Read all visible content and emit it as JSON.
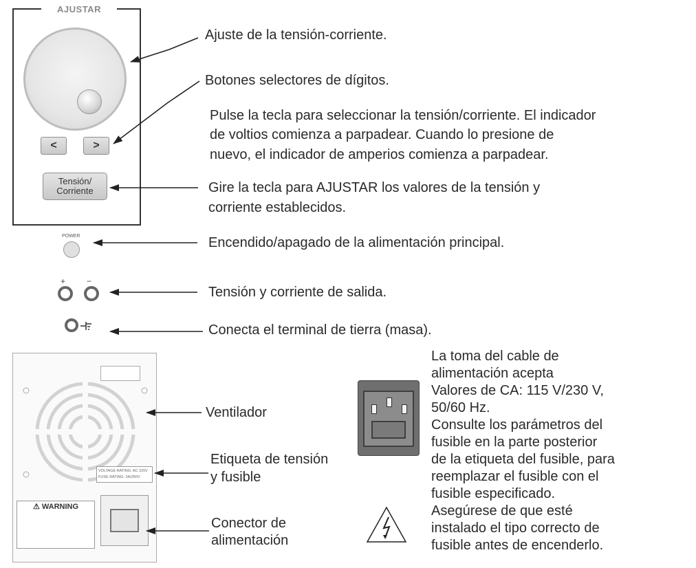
{
  "panel": {
    "title": "AJUSTAR",
    "left_button": "<",
    "right_button": ">",
    "tc_button": "Tensión/\nCorriente",
    "power_label": "POWER"
  },
  "terminals": {
    "plus": "+",
    "minus": "−"
  },
  "annotations": {
    "knob": "Ajuste de la tensión-corriente.",
    "digit_buttons": "Botones selectores de dígitos.",
    "press_desc": [
      "Pulse la tecla para seleccionar la tensión/corriente. El indicador",
      "de voltios comienza a parpadear. Cuando lo presione de",
      "nuevo, el indicador de amperios comienza a parpadear."
    ],
    "turn_desc": [
      "Gire la tecla para AJUSTAR los valores de la tensión y",
      "corriente establecidos."
    ],
    "power": "Encendido/apagado de la alimentación principal.",
    "output": "Tensión y corriente de salida.",
    "ground": "Conecta el terminal de tierra (masa).",
    "fan": "Ventilador",
    "label_line1": "Etiqueta de tensión",
    "label_line2": "y fusible",
    "connector_line1": "Conector de",
    "connector_line2": "alimentación"
  },
  "rear_panel": {
    "warning_title": "⚠ WARNING",
    "rating_text": "VOLTAGE RATING: AC 220V  FUSE RATING: 2A/250V"
  },
  "inlet_desc": [
    "La toma del cable de",
    "alimentación acepta",
    "Valores de CA: 115 V/230 V,",
    "50/60 Hz.",
    "Consulte los parámetros del",
    "fusible en la parte posterior",
    "de la etiqueta del fusible, para",
    "reemplazar el fusible con el",
    "fusible especificado.",
    "Asegúrese de que esté",
    "instalado el tipo correcto de",
    "fusible antes de encenderlo."
  ]
}
